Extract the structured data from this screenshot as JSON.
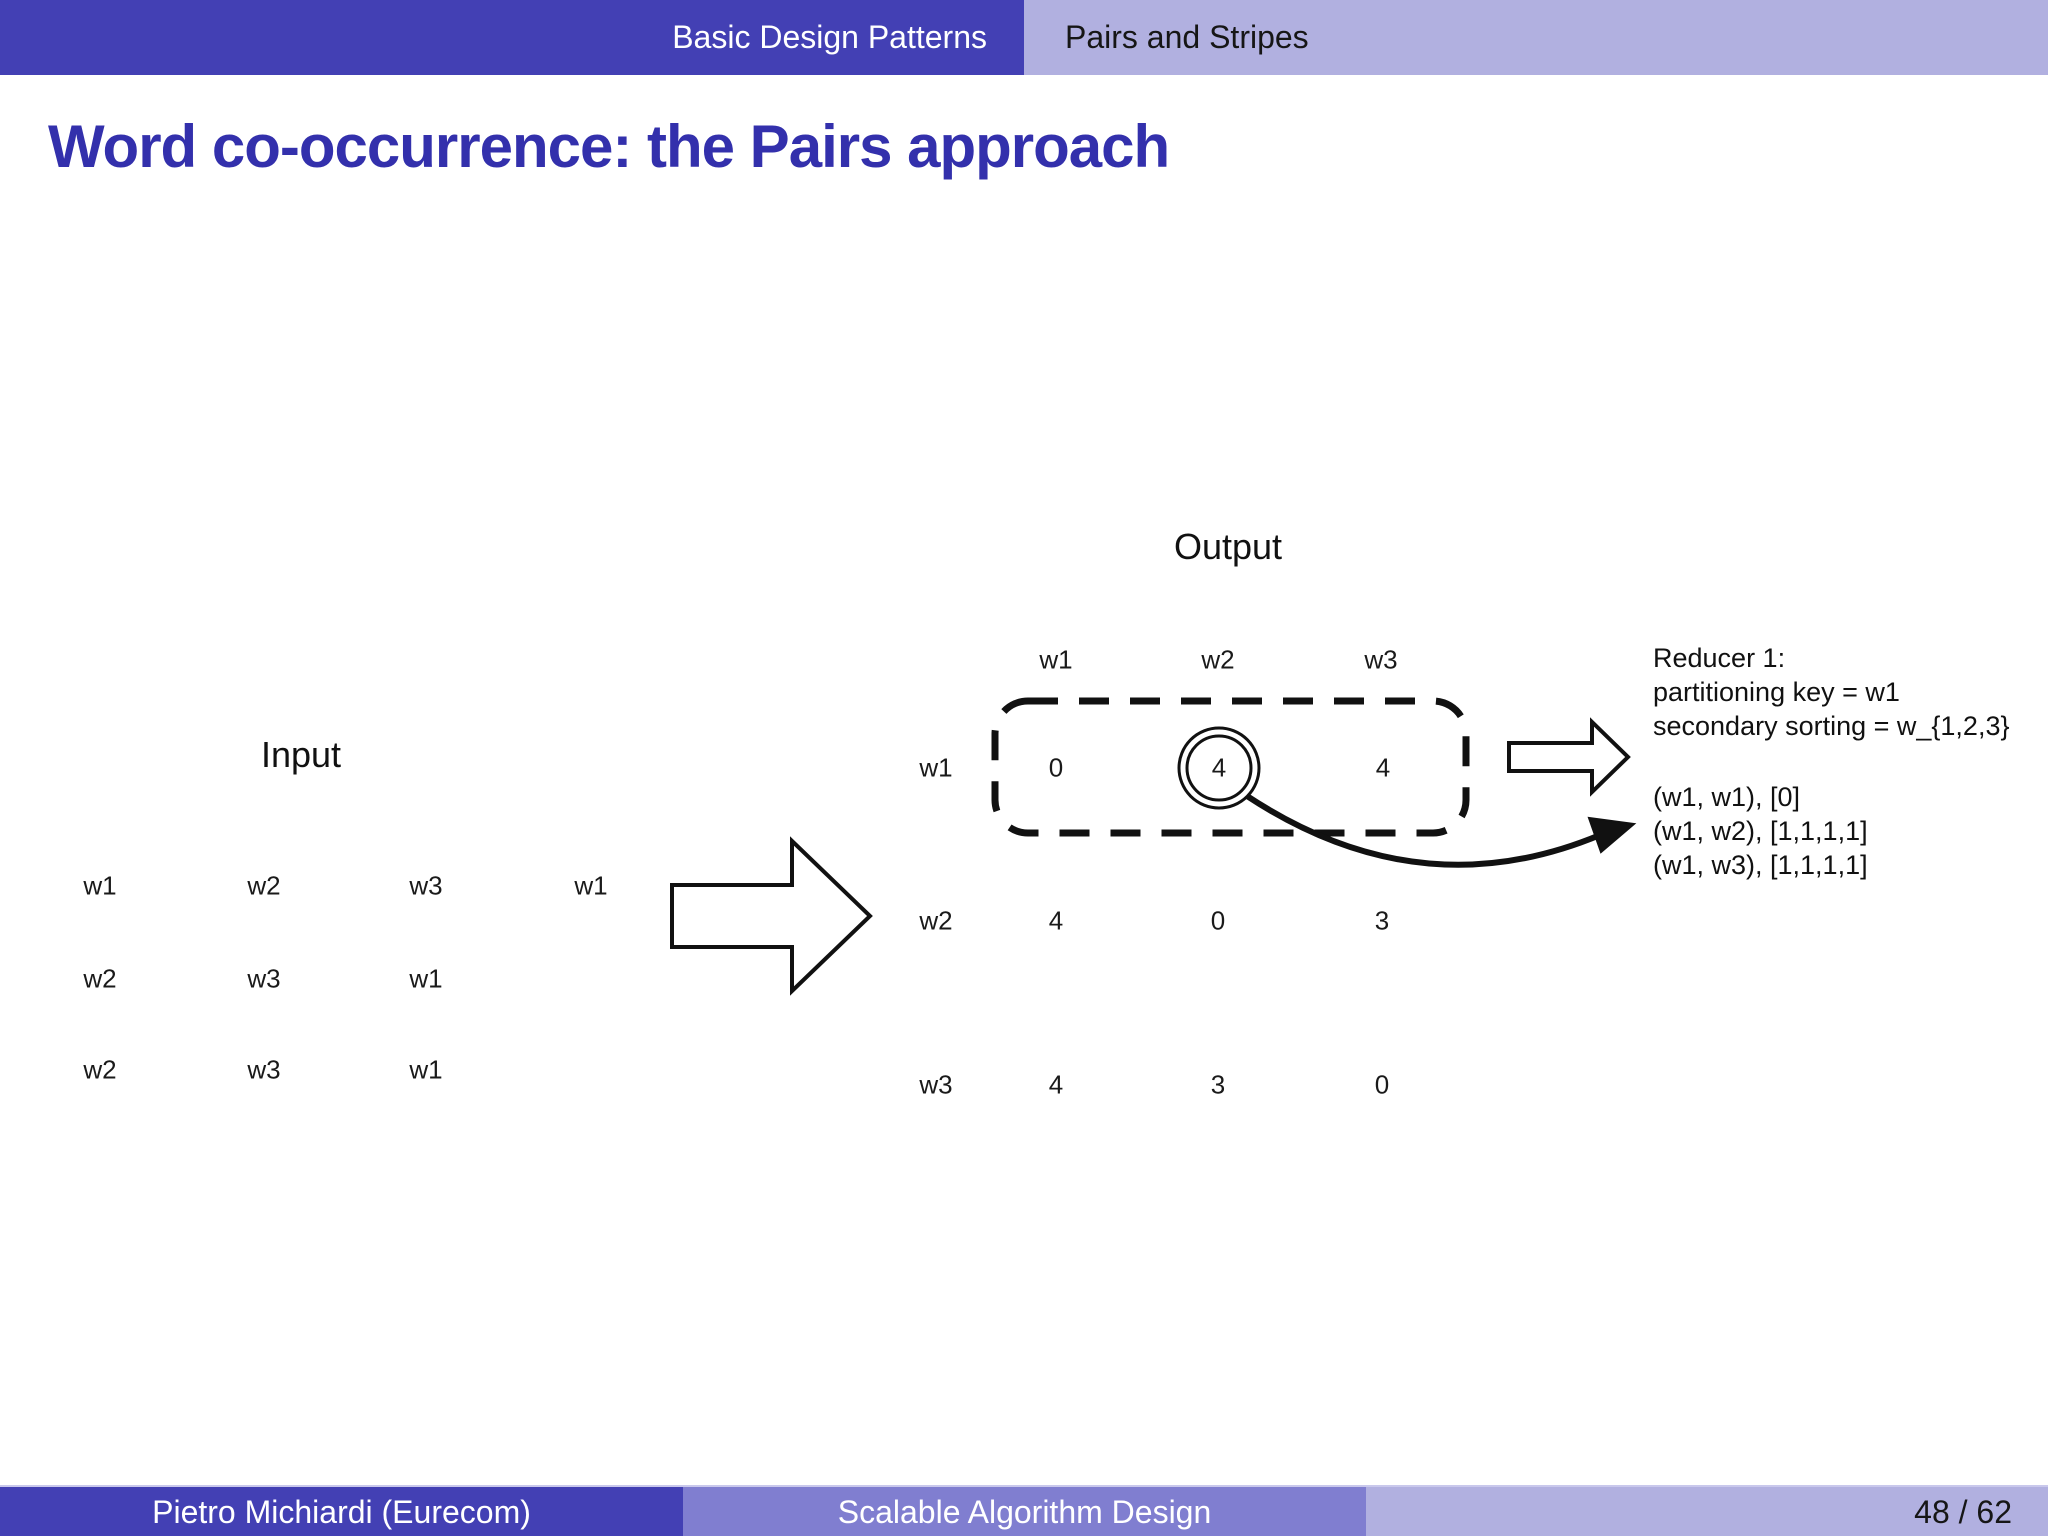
{
  "header": {
    "section": "Basic Design Patterns",
    "subsection": "Pairs and Stripes"
  },
  "title": "Word co-occurrence: the Pairs approach",
  "diagram": {
    "input": {
      "label": "Input",
      "rows": [
        [
          "w1",
          "w2",
          "w3",
          "w1"
        ],
        [
          "w2",
          "w3",
          "w1"
        ],
        [
          "w2",
          "w3",
          "w1"
        ]
      ]
    },
    "output": {
      "label": "Output",
      "cols": [
        "w1",
        "w2",
        "w3"
      ],
      "rows": [
        "w1",
        "w2",
        "w3"
      ],
      "matrix": [
        [
          "0",
          "4",
          "4"
        ],
        [
          "4",
          "0",
          "3"
        ],
        [
          "4",
          "3",
          "0"
        ]
      ],
      "highlighted_cell": {
        "row": "w1",
        "col": "w2",
        "value": "4"
      }
    },
    "reducer": {
      "header_lines": [
        "Reducer 1:",
        "partitioning key = w1",
        "secondary sorting = w_{1,2,3}"
      ],
      "emitted_pairs": [
        "(w1, w1), [0]",
        "(w1, w2), [1,1,1,1]",
        "(w1, w3), [1,1,1,1]"
      ]
    }
  },
  "footer": {
    "author": "Pietro Michiardi  (Eurecom)",
    "course": "Scalable Algorithm Design",
    "page": "48 / 62"
  },
  "colors": {
    "dark_purple": "#4340b4",
    "medium_purple": "#807ed0",
    "light_purple": "#b1b0e0",
    "title_blue": "#3330ac",
    "ink": "#111111"
  }
}
